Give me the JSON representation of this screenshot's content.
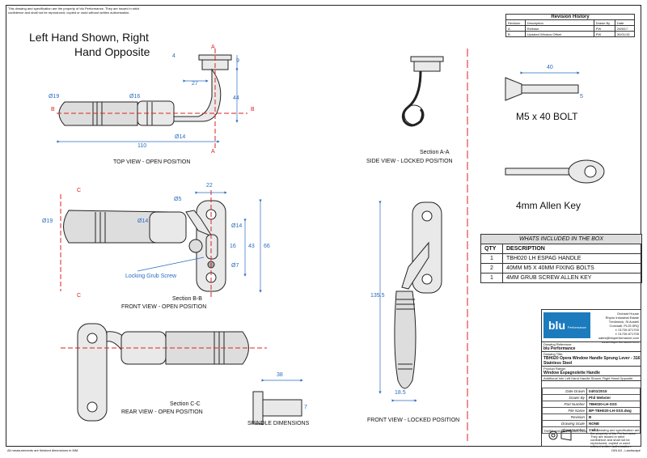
{
  "header_note": "This drawing and specification are the property of blu Performance. They are issued in strict confidence and shall not be reproduced, copied or used without written authorisation.",
  "heading": {
    "line1": "Left Hand Shown, Right",
    "line2": "Hand Opposite"
  },
  "revision": {
    "title": "Revision History",
    "columns": [
      "Revision",
      "Description",
      "Drawn By",
      "Date"
    ],
    "rows": [
      [
        "A",
        "Release",
        "PW",
        "29/8/17"
      ],
      [
        "B",
        "Updated Window Offset",
        "PW",
        "30/01/15"
      ]
    ]
  },
  "views": {
    "top": "TOP VIEW - OPEN POSITION",
    "side_title": "Section A-A",
    "side": "SIDE VIEW - LOCKED POSITION",
    "front_title": "Section B-B",
    "front": "FRONT VIEW - OPEN POSITION",
    "rear_title": "Section C-C",
    "rear": "REAR VIEW - OPEN POSITION",
    "spindle": "SPINDLE DIMENSIONS",
    "front_locked": "FRONT VIEW - LOCKED POSITION",
    "grub": "Locking Grub Screw"
  },
  "section_letters": {
    "a": "A",
    "b": "B",
    "c": "C"
  },
  "dims": {
    "d4": "4",
    "d9": "9",
    "d27": "27",
    "d44": "44",
    "d19": "Ø19",
    "d16": "Ø16",
    "d14": "Ø14",
    "d110": "110",
    "d22": "22",
    "d5": "Ø5",
    "d19b": "Ø19",
    "d14b": "Ø14",
    "d14c": "Ø14",
    "d16b": "16",
    "d43": "43",
    "d66": "66",
    "d7": "Ø7",
    "d38": "38",
    "d7b": "7",
    "d135": "135.5",
    "d185": "18.5",
    "d40": "40",
    "d5b": "5"
  },
  "bolt_label": "M5 x 40 BOLT",
  "key_label": "4mm Allen Key",
  "box": {
    "title": "WHATS INCLUDED IN THE BOX",
    "headers": [
      "QTY",
      "DESCRIPTION"
    ],
    "rows": [
      [
        "1",
        "TBH020 LH ESPAG HANDLE"
      ],
      [
        "2",
        "40MM M5 X 40MM FIXING BOLTS"
      ],
      [
        "1",
        "4MM GRUB SCREW ALLEN KEY"
      ]
    ]
  },
  "titleblock": {
    "logo": "blu",
    "logo_sub": "Performance",
    "address": [
      "Orchard House",
      "Rhyno Industrial Estate",
      "Tredinnick, St Austell",
      "Cornwall, PL25 5RQ",
      "",
      "t: 01726 871700",
      "f: 01726 871705",
      "sales@bluperformance.com",
      "www.bluperformance.com"
    ],
    "ref_label": "Drawing Reference:",
    "ref": "blu Performance",
    "title_label": "Drawing Title:",
    "title": "TBH020 Opera Window Handle Sprung Lever - 316 Stainless Steel",
    "range_label": "Product Range:",
    "range": "Window Espagnolette Handle",
    "addinfo_label": "Additional Info",
    "addinfo": "Left Hand Handle Shown, Right Hand Opposite",
    "fields": [
      [
        "Date Drawn",
        "04/01/2015"
      ],
      [
        "Drawn By",
        "Phil Webster"
      ],
      [
        "Part Number",
        "TBH020-LH-SSS"
      ],
      [
        "File Name",
        "BP-TBH020-LH-SSS.dwg"
      ],
      [
        "Revision",
        "B"
      ],
      [
        "Drawing Scale",
        "NONE"
      ],
      [
        "Sheet Number",
        "1 of 1"
      ]
    ],
    "projection": "THIRD ANGLE PROJECTION",
    "legal": "This drawing and specification are the property of blu Performance. They are issued in strict confidence and shall not be reproduced, copied or used without written authorisation.",
    "sheet_size": "DIN A3 - Landscape"
  },
  "footer_note": "All measurements are finished dimensions in MM."
}
